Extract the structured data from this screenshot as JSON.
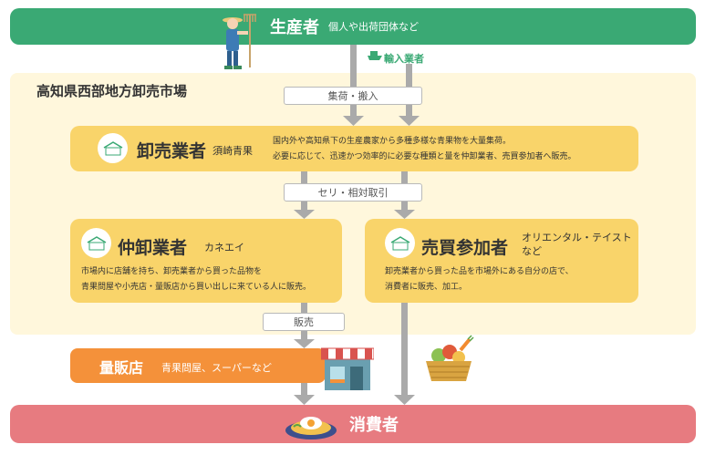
{
  "producer": {
    "title": "生産者",
    "note": "個人や出荷団体など"
  },
  "importer": {
    "label": "輸入業者"
  },
  "market": {
    "title": "高知県西部地方卸売市場"
  },
  "steps": {
    "collection": "集荷・搬入",
    "auction": "セリ・相対取引",
    "sale": "販売"
  },
  "wholesaler": {
    "title": "卸売業者",
    "company": "須崎青果",
    "desc1": "国内外や高知県下の生産農家から多種多様な青果物を大量集荷。",
    "desc2": "必要に応じて、迅速かつ効率的に必要な種類と量を仲卸業者、売買参加者へ販売。"
  },
  "middleman": {
    "title": "仲卸業者",
    "company": "カネエイ",
    "desc1": "市場内に店舗を持ち、卸売業者から買った品物を",
    "desc2": "青果問屋や小売店・量販店から買い出しに来ている人に販売。"
  },
  "buyer": {
    "title": "売買参加者",
    "company1": "オリエンタル・テイスト",
    "company2": "など",
    "desc1": "卸売業者から買った品を市場外にある自分の店で、",
    "desc2": "消費者に販売、加工。"
  },
  "retail": {
    "title": "量販店",
    "note": "青果問屋、スーパーなど"
  },
  "consumer": {
    "title": "消費者"
  },
  "colors": {
    "producer_bar": "#3aa974",
    "consumer_bar": "#e77b80",
    "market_bg": "#fff7dc",
    "box": "#f9d46a",
    "retail": "#f4913a",
    "arrow": "#aaaaaa"
  },
  "icons": [
    "farmer-icon",
    "ship-icon",
    "market-logo-icon",
    "store-icon",
    "vegetable-basket-icon",
    "meal-icon"
  ]
}
